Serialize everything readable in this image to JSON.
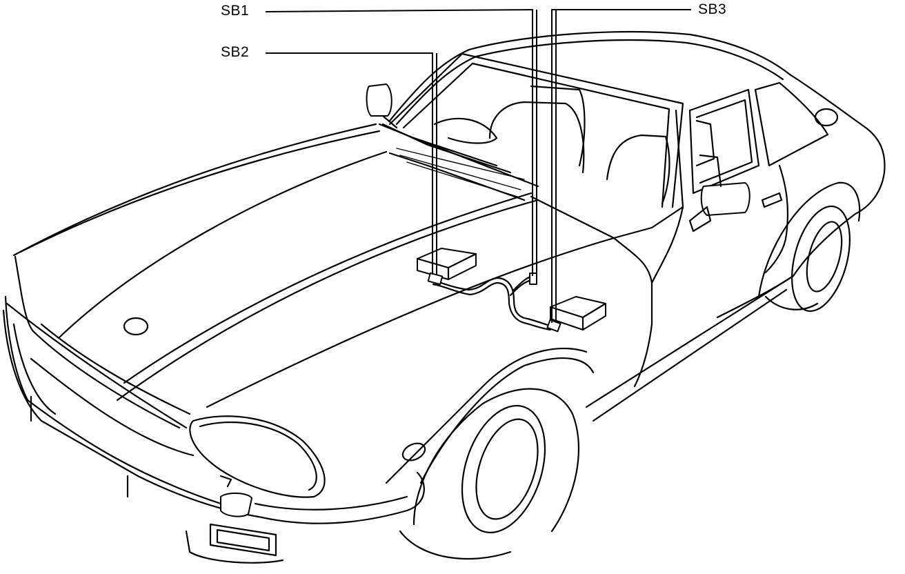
{
  "labels": {
    "sb1": "SB1",
    "sb2": "SB2",
    "sb3": "SB3"
  },
  "colors": {
    "line": "#000000",
    "background": "#ffffff"
  }
}
